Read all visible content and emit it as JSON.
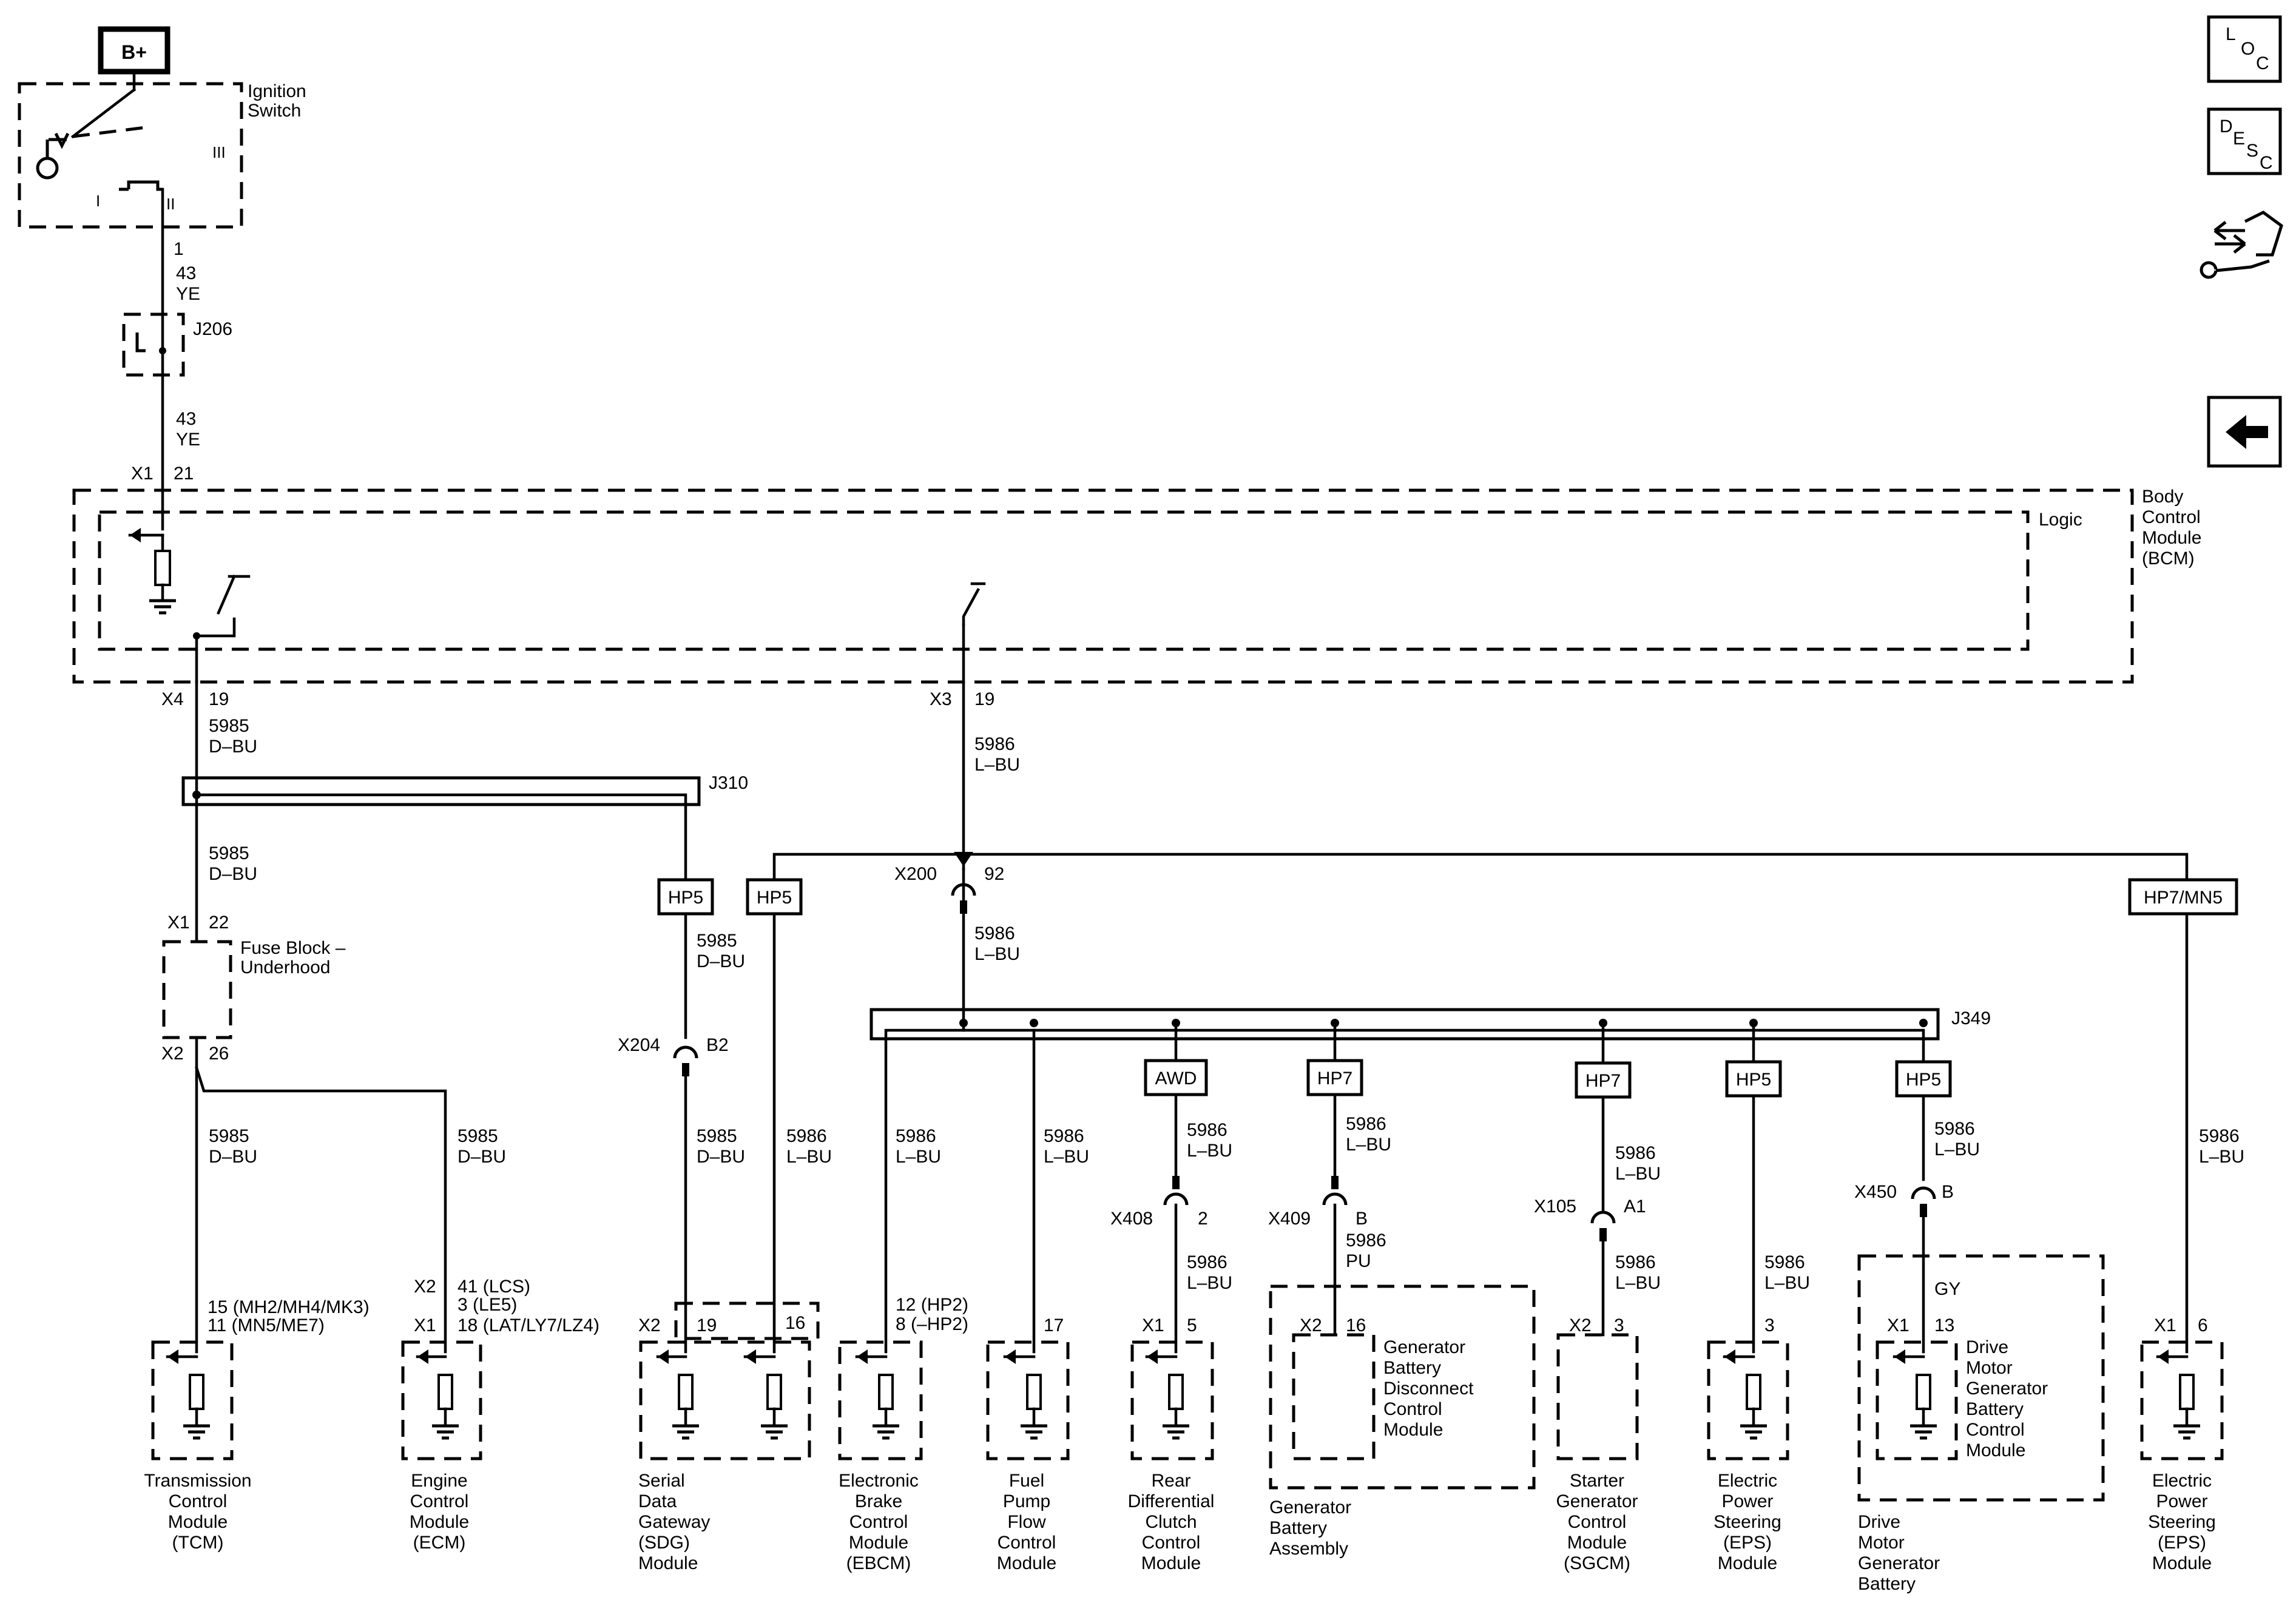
{
  "power": {
    "source": "B+",
    "switch_label": [
      "Ignition",
      "Switch"
    ],
    "switch_positions": [
      "I",
      "II",
      "III"
    ]
  },
  "nav_buttons": {
    "location": [
      "L",
      "O",
      "C"
    ],
    "description": [
      "D",
      "E",
      "S",
      "C"
    ]
  },
  "bcm": {
    "name": [
      "Body",
      "Control",
      "Module",
      "(BCM)"
    ],
    "logic": "Logic"
  },
  "connectors": {
    "ign_pin": "1",
    "j206": "J206",
    "x1_21": [
      "X1",
      "21"
    ],
    "x4_19": [
      "X4",
      "19"
    ],
    "x3_19": [
      "X3",
      "19"
    ],
    "j310": "J310",
    "x1_22": [
      "X1",
      "22"
    ],
    "x2_26": [
      "X2",
      "26"
    ],
    "x200": [
      "X200",
      "92"
    ],
    "x204": [
      "X204",
      "B2"
    ],
    "j349": "J349",
    "x408": [
      "X408",
      "2"
    ],
    "x409": [
      "X409",
      "B"
    ],
    "x105": [
      "X105",
      "A1"
    ],
    "x450": [
      "X450",
      "B"
    ]
  },
  "fuse_block": [
    "Fuse Block –",
    "Underhood"
  ],
  "circuits": {
    "c43": [
      "43",
      "YE"
    ],
    "c5985": [
      "5985",
      "D–BU"
    ],
    "c5986": [
      "5986",
      "L–BU"
    ],
    "c5986pu": [
      "5986",
      "PU"
    ],
    "gy": "GY"
  },
  "options": {
    "hp5": "HP5",
    "hp7": "HP7",
    "awd": "AWD",
    "hp7mn5": "HP7/MN5"
  },
  "pins": {
    "tcm": [
      "15 (MH2/MH4/MK3)",
      "11 (MN5/ME7)"
    ],
    "ecm": [
      "X2",
      "41 (LCS)",
      "3 (LE5)",
      "X1",
      "18 (LAT/LY7/LZ4)"
    ],
    "sdg": [
      "X2",
      "19",
      "16"
    ],
    "ebcm": [
      "12 (HP2)",
      "8 (–HP2)"
    ],
    "fpfcm": "17",
    "rdccm": [
      "X1",
      "5"
    ],
    "gbdcm": [
      "X2",
      "16"
    ],
    "sgcm": [
      "X2",
      "3"
    ],
    "eps1": "3",
    "dmgbcm": [
      "X1",
      "13"
    ],
    "eps2": [
      "X1",
      "6"
    ]
  },
  "modules": {
    "tcm": [
      "Transmission",
      "Control",
      "Module",
      "(TCM)"
    ],
    "ecm": [
      "Engine",
      "Control",
      "Module",
      "(ECM)"
    ],
    "sdg": [
      "Serial",
      "Data",
      "Gateway",
      "(SDG)",
      "Module"
    ],
    "ebcm": [
      "Electronic",
      "Brake",
      "Control",
      "Module",
      "(EBCM)"
    ],
    "fpfcm": [
      "Fuel",
      "Pump",
      "Flow",
      "Control",
      "Module"
    ],
    "rdccm": [
      "Rear",
      "Differential",
      "Clutch",
      "Control",
      "Module"
    ],
    "gbdcm": [
      "Generator",
      "Battery",
      "Disconnect",
      "Control",
      "Module"
    ],
    "gba": [
      "Generator",
      "Battery",
      "Assembly"
    ],
    "sgcm": [
      "Starter",
      "Generator",
      "Control",
      "Module",
      "(SGCM)"
    ],
    "eps1": [
      "Electric",
      "Power",
      "Steering",
      "(EPS)",
      "Module"
    ],
    "dmgbcm": [
      "Drive",
      "Motor",
      "Generator",
      "Battery",
      "Control",
      "Module"
    ],
    "dmgb": [
      "Drive",
      "Motor",
      "Generator",
      "Battery"
    ],
    "eps2": [
      "Electric",
      "Power",
      "Steering",
      "(EPS)",
      "Module"
    ]
  }
}
